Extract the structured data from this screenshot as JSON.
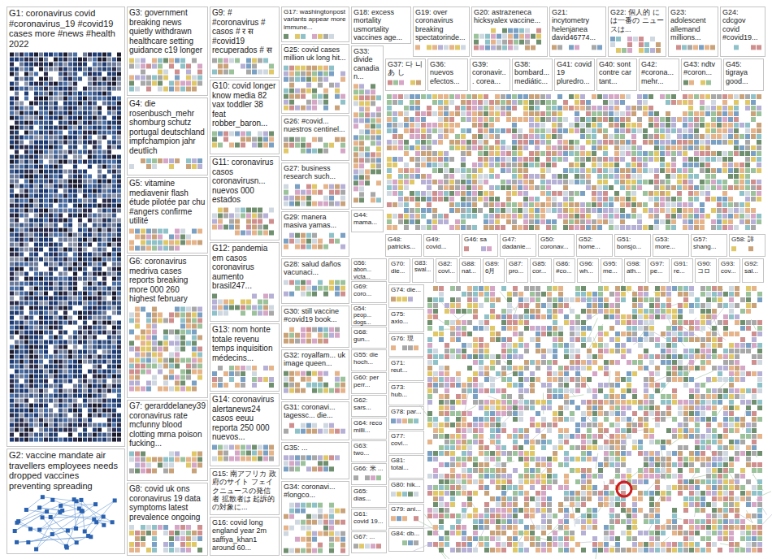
{
  "diagram": {
    "nodes": [
      {
        "text": [
          "G1: coronavirus covid #coronavirus_19 #covid19 cases more #news #health 2022"
        ]
      },
      {
        "text": [
          "G2: vaccine mandate air travellers employees needs dropped vaccines preventing spreading"
        ]
      },
      {
        "text": [
          "G3: government breaking news quietly withdrawn healthcare setting guidance c19 longer"
        ]
      },
      {
        "text": [
          "G4: die rosenbusch_mehr shomburg schutz portugal deutschland impfchampion jahr deutlich"
        ]
      },
      {
        "text": [
          "G5: vitamine mediavenir flash étude pilotée par chu #angers confirme utilité"
        ]
      },
      {
        "text": [
          "G6: coronavirus medriva cases reports breaking more 000 260 highest february"
        ]
      },
      {
        "text": [
          "G7: gerarddelaney39 coronavirus rate mcfunny blood clotting mrna poison fucking..."
        ]
      },
      {
        "text": [
          "G8: covid uk ons coronavirus 19 data symptoms latest prevalence ongoing"
        ]
      },
      {
        "text": [
          "G9: # #coronavirus # casos # र स #covid19 recuperados # स"
        ]
      },
      {
        "text": [
          "G10: covid longer know media 82 vax toddler 38 feat robber_baron..."
        ]
      },
      {
        "text": [
          "G11: coronavirus casos coronavirusn... nuevos 000 estados"
        ]
      },
      {
        "text": [
          "G12: pandemia em casos coronavirus aumento brasil247..."
        ]
      },
      {
        "text": [
          "G13: nom honte totale revenu temps inquisition médecins..."
        ]
      },
      {
        "text": [
          "G14: coronavirus alertanews24 casos eeuu reporta 250 000 nuevos..."
        ]
      },
      {
        "text": [
          "G15: 南アフリカ 政府のサイト フェイクニュースの発信者 拡散者は 起訴的の対象に..."
        ]
      },
      {
        "text": [
          "G16: covid long england year 2m saffiya_khan1 around 60..."
        ]
      },
      {
        "text": [
          "G17: washingtonpost variants appear more immune..."
        ]
      },
      {
        "text": [
          "G25: covid cases million uk long hit..."
        ]
      },
      {
        "text": [
          "G26: #covid... nuestros centinel..."
        ]
      },
      {
        "text": [
          "G27: business research such..."
        ]
      },
      {
        "text": [
          "G29: manera masiva yamas..."
        ]
      },
      {
        "text": [
          "G28: salud daños vacunaci..."
        ]
      },
      {
        "text": [
          "G30: still vaccine #covid19 book..."
        ]
      },
      {
        "text": [
          "G32: royalfam... uk image queen..."
        ]
      },
      {
        "text": [
          "G31: coronavi... tagessc... die..."
        ]
      },
      {
        "text": [
          "G35: ..."
        ]
      },
      {
        "text": [
          "G34: coronavi... #longco..."
        ]
      },
      {
        "text": [
          "G18: excess mortality usmortality vaccines age..."
        ]
      },
      {
        "text": [
          "G19: over coronavirus breaking spectatorinde..."
        ]
      },
      {
        "text": [
          "G20: astrazeneca hicksyalex vaccine..."
        ]
      },
      {
        "text": [
          "G21: incytometry helenjanea david46774..."
        ]
      },
      {
        "text": [
          "G22: 個人的 には一番の ニュースは..."
        ]
      },
      {
        "text": [
          "G23: adolescent allemand millions..."
        ]
      },
      {
        "text": [
          "G24: cdcgov covid #covid19..."
        ]
      },
      {
        "text": [
          "G33: divide canadian..."
        ]
      },
      {
        "text": [
          "G44: mama..."
        ]
      },
      {
        "text": [
          "G37: 다 니 あ し"
        ]
      },
      {
        "text": [
          "G36: nuevos efectos..."
        ]
      },
      {
        "text": [
          "G39: coronavir... corea..."
        ]
      },
      {
        "text": [
          "G38: bombard... mediátic..."
        ]
      },
      {
        "text": [
          "G41: covid 19 pluredro..."
        ]
      },
      {
        "text": [
          "G40: sont contre car tant..."
        ]
      },
      {
        "text": [
          "G42: #corona... mehr..."
        ]
      },
      {
        "text": [
          "G43: ndtv #coron..."
        ]
      },
      {
        "text": [
          "G45: tigraya good..."
        ]
      },
      {
        "text": [
          "G48: patricks..."
        ]
      },
      {
        "text": [
          "G49: covid..."
        ]
      },
      {
        "text": [
          "G46: sa"
        ]
      },
      {
        "text": [
          "G47: dadanie..."
        ]
      },
      {
        "text": [
          "G50: coronav..."
        ]
      },
      {
        "text": [
          "G52: home..."
        ]
      },
      {
        "text": [
          "G51: bonsjo..."
        ]
      },
      {
        "text": [
          "G53: more..."
        ]
      },
      {
        "text": [
          "G57: shang..."
        ]
      },
      {
        "text": [
          "G58: 詳"
        ]
      },
      {
        "text": [
          "G56: abon... victa..."
        ]
      },
      {
        "text": [
          "G69: coro..."
        ]
      },
      {
        "text": [
          "G54: peop... dogs..."
        ]
      },
      {
        "text": [
          "G68: gun..."
        ]
      },
      {
        "text": [
          "G55: die hoch..."
        ]
      },
      {
        "text": [
          "G60: per perr..."
        ]
      },
      {
        "text": [
          "G62: sars..."
        ]
      },
      {
        "text": [
          "G64: reco milli..."
        ]
      },
      {
        "text": [
          "G63: two..."
        ]
      },
      {
        "text": [
          "G66: 米 ..."
        ]
      },
      {
        "text": [
          "G65: dias..."
        ]
      },
      {
        "text": [
          "G61: covid 19..."
        ]
      },
      {
        "text": [
          "G67: ..."
        ]
      },
      {
        "text": [
          "G70: die..."
        ]
      },
      {
        "text": [
          "G83: swal..."
        ]
      },
      {
        "text": [
          "G82: covi..."
        ]
      },
      {
        "text": [
          "G88: nat..."
        ]
      },
      {
        "text": [
          "G89: 6月"
        ]
      },
      {
        "text": [
          "G87: pro..."
        ]
      },
      {
        "text": [
          "G85: cor..."
        ]
      },
      {
        "text": [
          "G86: #co..."
        ]
      },
      {
        "text": [
          "G96: wh..."
        ]
      },
      {
        "text": [
          "G95: me..."
        ]
      },
      {
        "text": [
          "G98: ath..."
        ]
      },
      {
        "text": [
          "G97: pe..."
        ]
      },
      {
        "text": [
          "G91: re..."
        ]
      },
      {
        "text": [
          "G90: コロ"
        ]
      },
      {
        "text": [
          "G93: cov..."
        ]
      },
      {
        "text": [
          "G92: sal..."
        ]
      },
      {
        "text": [
          "G74: die..."
        ]
      },
      {
        "text": [
          "G75: axio..."
        ]
      },
      {
        "text": [
          "G76: 現"
        ]
      },
      {
        "text": [
          "G71: reut..."
        ]
      },
      {
        "text": [
          "G73: hub..."
        ]
      },
      {
        "text": [
          "G78: par..."
        ]
      },
      {
        "text": [
          "G77: covi..."
        ]
      },
      {
        "text": [
          "G81: total..."
        ]
      },
      {
        "text": [
          "G80: hik..."
        ]
      },
      {
        "text": [
          "G79: ani..."
        ]
      },
      {
        "text": [
          "G84: db..."
        ]
      }
    ]
  }
}
